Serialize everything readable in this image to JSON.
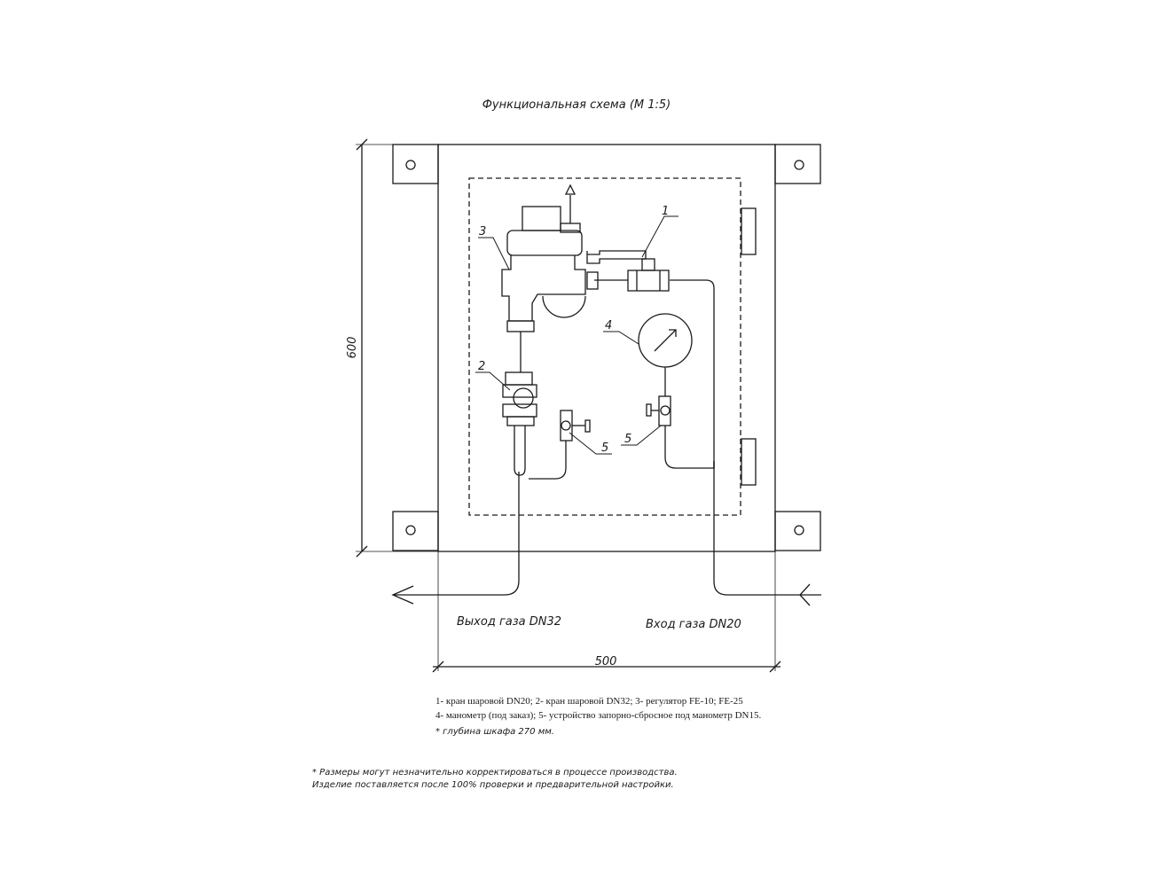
{
  "title": "Функциональная схема (М 1:5)",
  "dimensions": {
    "height": "600",
    "width": "500"
  },
  "callouts": {
    "c1": "1",
    "c2": "2",
    "c3": "3",
    "c4": "4",
    "c5a": "5",
    "c5b": "5"
  },
  "flows": {
    "outlet": "Выход газа DN32",
    "inlet": "Вход газа DN20"
  },
  "legend": {
    "line1": "1- кран шаровой DN20; 2- кран шаровой DN32; 3- регулятор FE-10; FE-25",
    "line2": "4- манометр (под заказ); 5- устройство запорно-сбросное под манометр DN15.",
    "line3": "* глубина шкафа 270 мм."
  },
  "notes": {
    "line1": "* Размеры могут незначительно корректироваться в процессе производства.",
    "line2": "Изделие поставляется после 100% проверки и предварительной настройки."
  },
  "colors": {
    "ink": "#1a1a1a",
    "paper": "#ffffff"
  }
}
